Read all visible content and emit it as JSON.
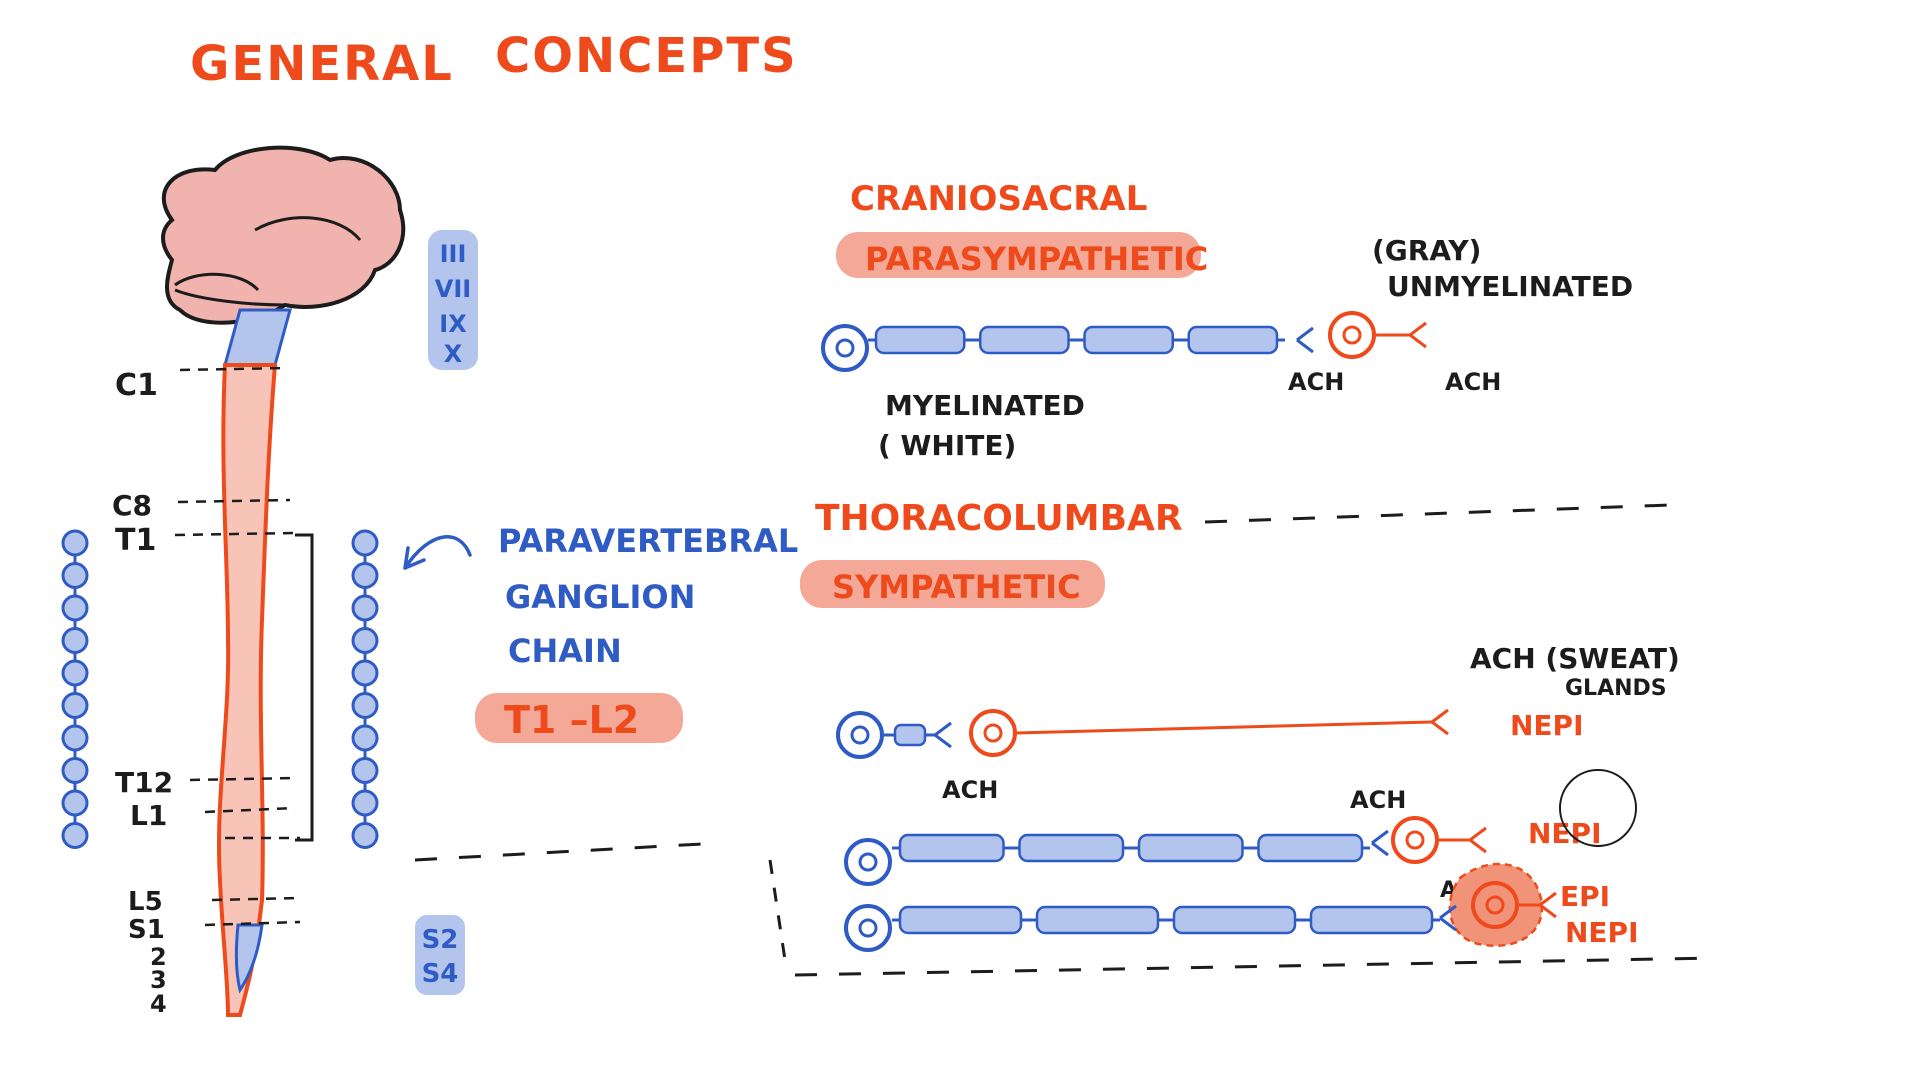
{
  "title": {
    "left": "GENERAL",
    "right": "CONCEPTS"
  },
  "cranial_nerves": [
    "III",
    "VII",
    "IX",
    "X"
  ],
  "sacral_nerves": [
    "S2",
    "S4"
  ],
  "spinal_levels": {
    "c1": "C1",
    "c8": "C8",
    "t1": "T1",
    "t12": "T12",
    "l1": "L1",
    "l5": "L5",
    "s1": "S1",
    "s2": "2",
    "s3": "3",
    "s4": "4"
  },
  "ganglion_chain": {
    "line1": "PARAVERTEBRAL",
    "line2": "GANGLION",
    "line3": "CHAIN",
    "range": "T1 –L2"
  },
  "parasympathetic": {
    "line1": "CRANIOSACRAL",
    "badge": "PARASYMPATHETIC",
    "pre_label_1": "MYELINATED",
    "pre_label_2": "( WHITE)",
    "post_label_1": "(GRAY)",
    "post_label_2": "UNMYELINATED",
    "nt_pre": "ACH",
    "nt_post": "ACH"
  },
  "sympathetic": {
    "line1": "THORACOLUMBAR",
    "badge": "SYMPATHETIC",
    "row1_nt_pre": "ACH",
    "row1_post_1": "ACH (SWEAT)",
    "row1_post_2": "GLANDS",
    "row1_post_3": "NEPI",
    "row2_nt_pre": "ACH",
    "row2_post": "NEPI",
    "row3_nt_pre": "ACH",
    "row3_post_1": "EPI",
    "row3_post_2": "NEPI"
  },
  "colors": {
    "orange": "#ee4a1c",
    "blue": "#2f5bc4",
    "blue_fill": "#b3c5ec",
    "pink_fill": "#f4a898",
    "brain_fill": "#f1b3ae"
  }
}
